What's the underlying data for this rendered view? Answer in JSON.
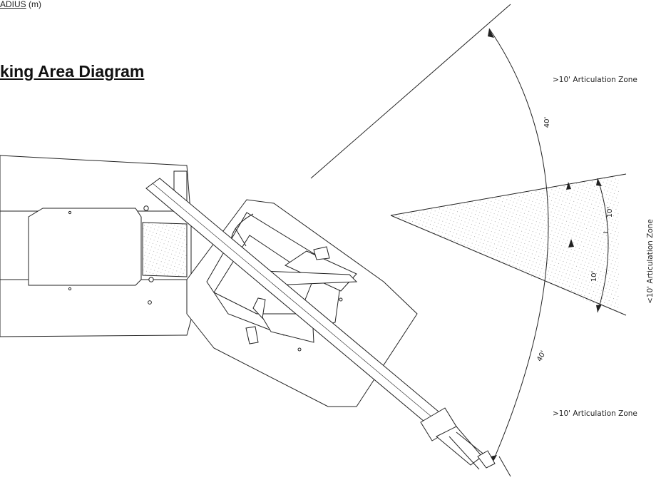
{
  "header": {
    "radius_label": "ADIUS",
    "radius_unit": "(m)"
  },
  "title": "king Area Diagram",
  "zones": {
    "upper": ">10' Articulation Zone",
    "middle": "<10' Articulation Zone",
    "lower": ">10' Articulation Zone"
  },
  "angles": {
    "upper_40": "40'",
    "middle_10_top": "10'",
    "middle_10_bottom": "10'",
    "lower_40": "40'"
  }
}
